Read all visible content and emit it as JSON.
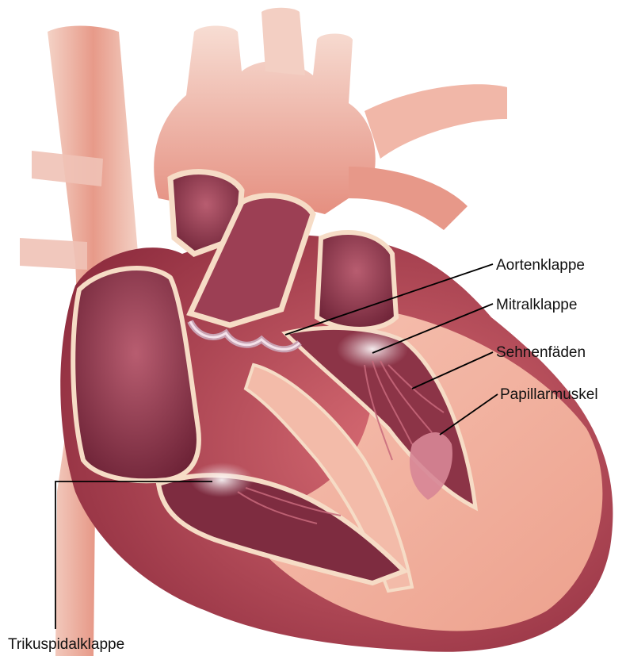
{
  "labels": {
    "aortic_valve": "Aortenklappe",
    "mitral_valve": "Mitralklappe",
    "chordae": "Sehnenfäden",
    "papillary": "Papillarmuskel",
    "tricuspid": "Trikuspidalklappe"
  },
  "colors": {
    "background": "#ffffff",
    "vessel": "#e89a8c",
    "vessel_light": "#f3c3b6",
    "chamber": "#9a3f53",
    "chamber_dark": "#6e2236",
    "myocardium": "#f2b3a0",
    "septum_outline": "#f6dcc6",
    "outer_wall": "#b8485a",
    "leader_line": "#000000"
  }
}
